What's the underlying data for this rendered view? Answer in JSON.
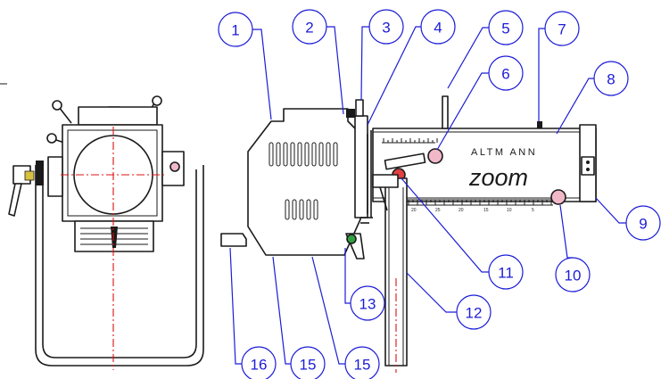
{
  "brand": {
    "name_small": "ALTM ANN",
    "name_large": "zoom"
  },
  "zoom_scale": {
    "tick_labels": [
      "20",
      "25",
      "20",
      "15",
      "10",
      "5"
    ]
  },
  "callouts": [
    {
      "id": "1",
      "label": "1"
    },
    {
      "id": "2",
      "label": "2"
    },
    {
      "id": "3",
      "label": "3"
    },
    {
      "id": "4",
      "label": "4"
    },
    {
      "id": "5",
      "label": "5"
    },
    {
      "id": "6",
      "label": "6"
    },
    {
      "id": "7",
      "label": "7"
    },
    {
      "id": "8",
      "label": "8"
    },
    {
      "id": "9",
      "label": "9"
    },
    {
      "id": "10",
      "label": "10"
    },
    {
      "id": "11",
      "label": "11"
    },
    {
      "id": "12",
      "label": "12"
    },
    {
      "id": "13",
      "label": "13"
    },
    {
      "id": "15a",
      "label": "15"
    },
    {
      "id": "15b",
      "label": "15"
    },
    {
      "id": "16",
      "label": "16"
    }
  ],
  "colors": {
    "callout": "#1c1cd8",
    "centerline": "#e01010",
    "linework": "#1a1a1a"
  }
}
